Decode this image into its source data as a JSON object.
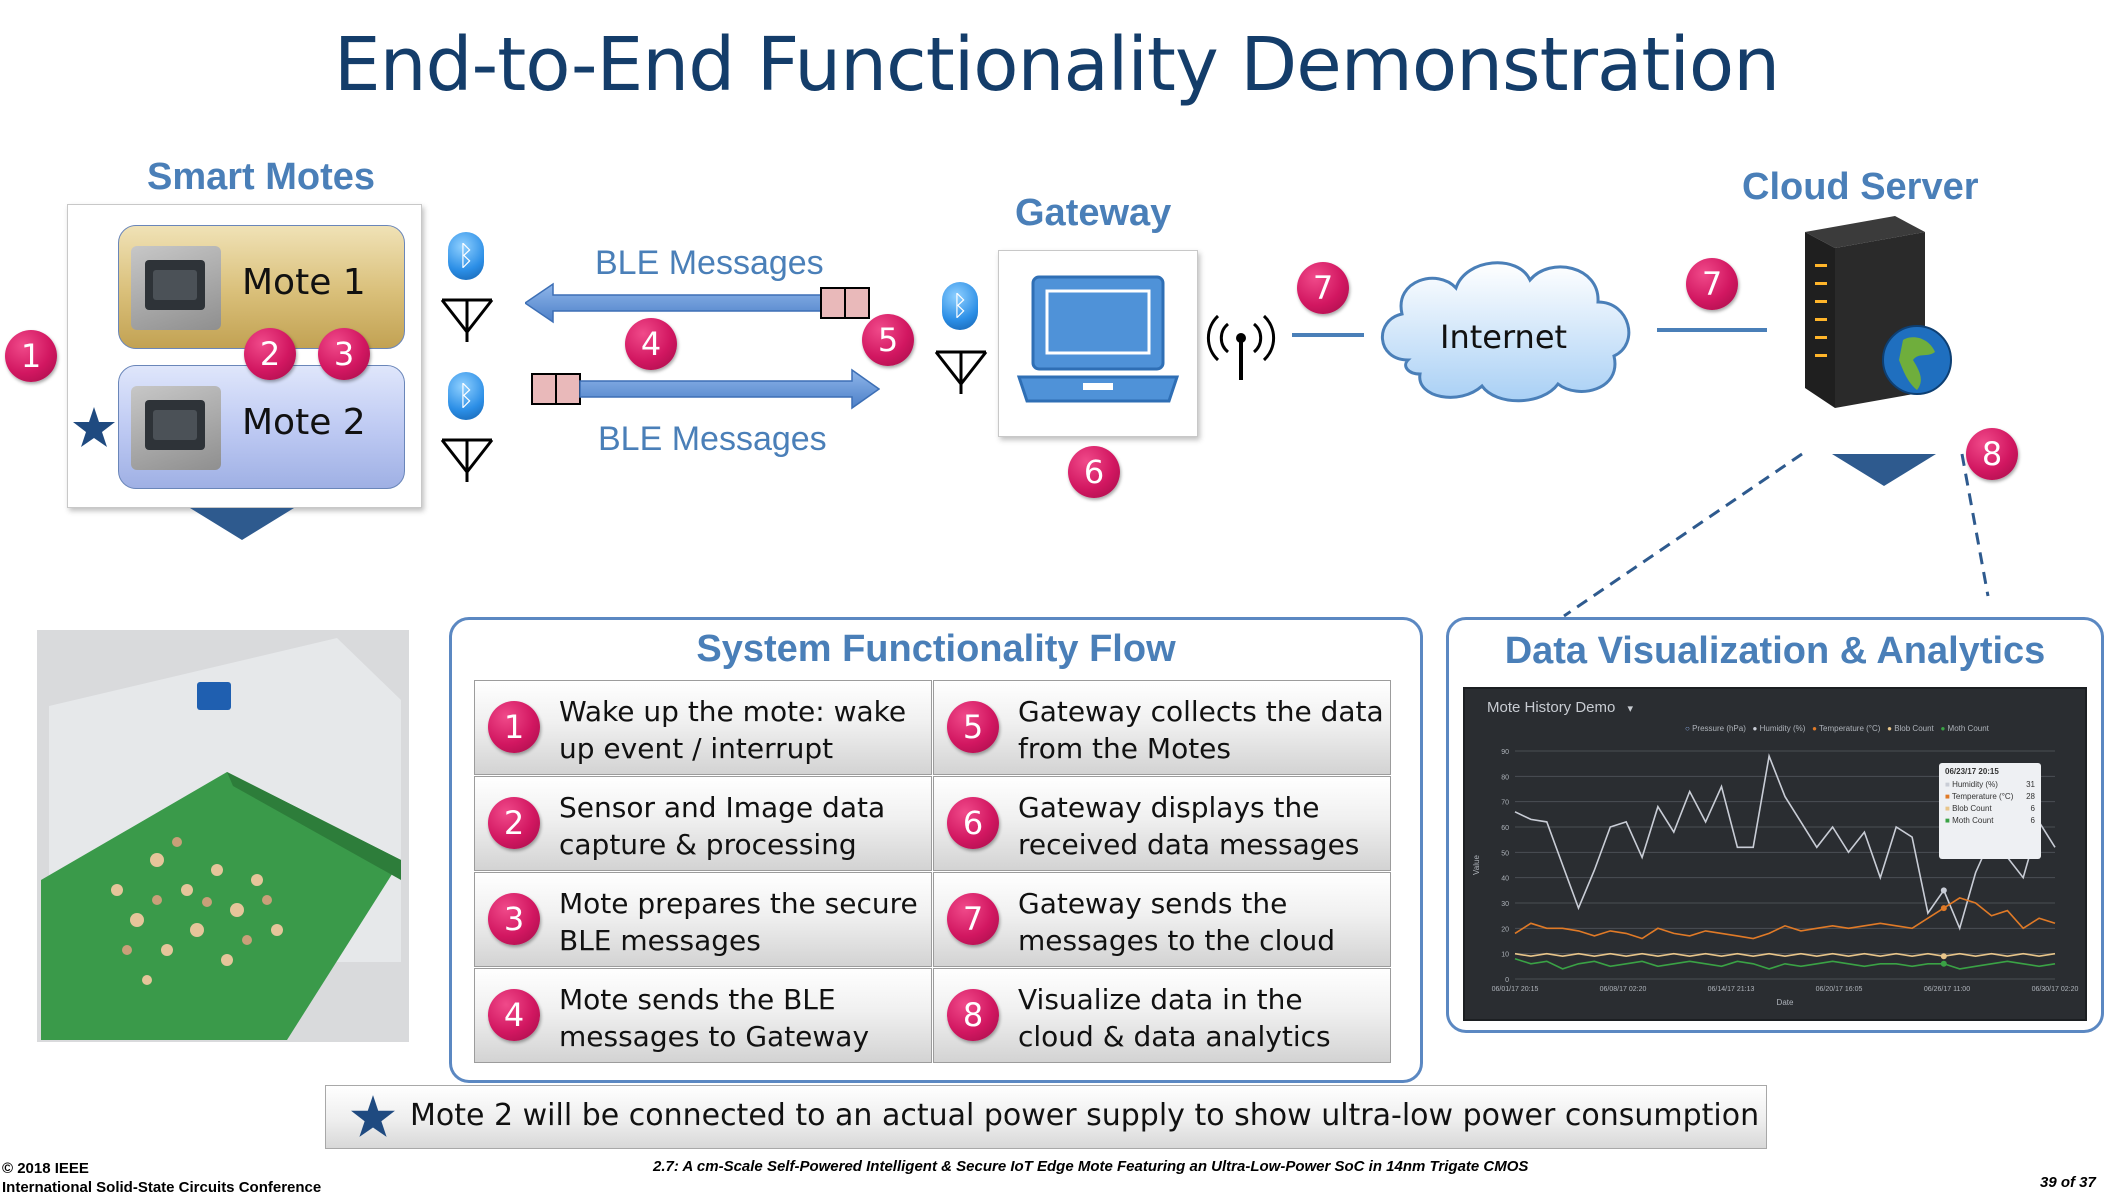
{
  "title": "End-to-End Functionality Demonstration",
  "smart_motes": {
    "heading": "Smart Motes",
    "mote1": "Mote 1",
    "mote2": "Mote 2"
  },
  "gateway": {
    "heading": "Gateway"
  },
  "cloud": {
    "heading": "Cloud Server",
    "internet": "Internet"
  },
  "ble": {
    "top": "BLE Messages",
    "bottom": "BLE Messages"
  },
  "badges": {
    "b1": "1",
    "b2": "2",
    "b3": "3",
    "b4": "4",
    "b5": "5",
    "b6": "6",
    "b7a": "7",
    "b7b": "7",
    "b8": "8"
  },
  "flow": {
    "heading": "System Functionality Flow",
    "steps": [
      {
        "num": "1",
        "text": "Wake up the mote: wake up event / interrupt"
      },
      {
        "num": "2",
        "text": "Sensor and Image data capture & processing"
      },
      {
        "num": "3",
        "text": "Mote prepares the secure BLE messages"
      },
      {
        "num": "4",
        "text": "Mote sends the BLE messages to Gateway"
      },
      {
        "num": "5",
        "text": "Gateway collects the data from the Motes"
      },
      {
        "num": "6",
        "text": "Gateway displays the received data messages"
      },
      {
        "num": "7",
        "text": "Gateway sends the messages to the cloud"
      },
      {
        "num": "8",
        "text": "Visualize data in the cloud & data analytics"
      }
    ]
  },
  "analytics": {
    "heading": "Data Visualization & Analytics",
    "chart_title": "Mote History Demo",
    "legend": [
      "Pressure (hPa)",
      "Humidity (%)",
      "Temperature (°C)",
      "Blob Count",
      "Moth Count"
    ],
    "tooltip": {
      "date": "06/23/17 20:15",
      "rows": [
        {
          "label": "Humidity (%)",
          "value": "31"
        },
        {
          "label": "Temperature (°C)",
          "value": "28"
        },
        {
          "label": "Blob Count",
          "value": "6"
        },
        {
          "label": "Moth Count",
          "value": "6"
        }
      ]
    },
    "xlabel": "Date",
    "ylabel": "Value"
  },
  "chart_data": {
    "type": "line",
    "title": "Mote History Demo",
    "xlabel": "Date",
    "ylabel": "Value",
    "x": [
      "06/01/17 20:15",
      "06/08/17 02:20",
      "06/14/17 21:13",
      "06/20/17 16:05",
      "06/26/17 11:00",
      "06/30/17 02:20"
    ],
    "ylim": [
      0,
      90
    ],
    "yticks": [
      "0",
      "10",
      "20",
      "30",
      "40",
      "50",
      "60",
      "70",
      "80",
      "90"
    ],
    "series": [
      {
        "name": "Humidity (%)",
        "color": "#c9cdd6",
        "values": [
          66,
          63,
          62,
          45,
          28,
          43,
          60,
          62,
          48,
          68,
          58,
          74,
          62,
          76,
          52,
          52,
          88,
          72,
          62,
          52,
          60,
          50,
          58,
          40,
          60,
          56,
          26,
          35,
          20,
          42,
          56,
          48,
          40,
          62,
          52
        ]
      },
      {
        "name": "Temperature (°C)",
        "color": "#e07a27",
        "values": [
          18,
          22,
          20,
          20,
          19,
          17,
          19,
          18,
          16,
          20,
          18,
          17,
          19,
          18,
          17,
          16,
          18,
          21,
          19,
          20,
          21,
          20,
          21,
          22,
          21,
          20,
          24,
          28,
          32,
          30,
          25,
          27,
          20,
          24,
          22
        ]
      },
      {
        "name": "Moth Count",
        "color": "#3aa245",
        "values": [
          8,
          6,
          7,
          4,
          6,
          7,
          5,
          6,
          7,
          5,
          6,
          7,
          6,
          5,
          7,
          6,
          4,
          6,
          5,
          6,
          7,
          6,
          5,
          6,
          6,
          5,
          6,
          6,
          4,
          5,
          6,
          7,
          6,
          5,
          6
        ]
      },
      {
        "name": "Blob Count",
        "color": "#e8c58a",
        "values": [
          10,
          9,
          10,
          9,
          10,
          9,
          10,
          9,
          10,
          9,
          10,
          9,
          10,
          9,
          10,
          9,
          10,
          9,
          10,
          9,
          10,
          9,
          10,
          9,
          10,
          9,
          10,
          9,
          10,
          9,
          10,
          9,
          10,
          9,
          10
        ]
      }
    ],
    "grid": true,
    "legend": "top-right"
  },
  "note": "Mote 2 will be connected to an actual power supply to show ultra-low power consumption",
  "footer": {
    "copyright": "© 2018 IEEE",
    "conference": "International Solid-State Circuits Conference",
    "paper": "2.7: A cm-Scale Self-Powered Intelligent & Secure IoT Edge Mote Featuring an Ultra-Low-Power SoC in 14nm Trigate CMOS",
    "page": "39 of 37"
  },
  "colors": {
    "title": "#143d6a",
    "heading": "#4a7fb8",
    "badge": "#d21761",
    "arrow": "#5b8fd3"
  }
}
